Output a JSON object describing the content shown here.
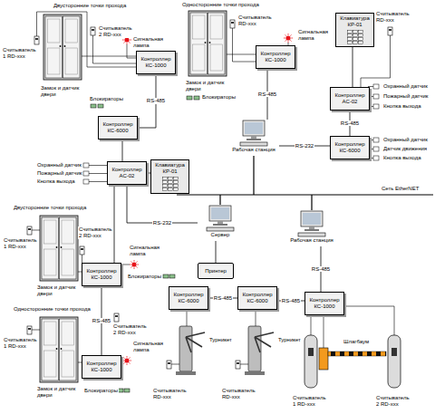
{
  "diagram": {
    "nodes": [
      {
        "text": [
          "Контроллер КС-1000"
        ]
      },
      {
        "text": [
          "Контроллер КС-1000"
        ]
      },
      {
        "text": [
          "Контроллер КС-6000"
        ]
      },
      {
        "text": [
          "Контроллер АС-02"
        ]
      },
      {
        "text": [
          "Клавиатура КР-01"
        ]
      },
      {
        "text": [
          "Клавиатура КР-01"
        ]
      },
      {
        "text": [
          "Контроллер АС-02"
        ]
      },
      {
        "text": [
          "Контроллер КС-6000"
        ]
      },
      {
        "text": [
          "Рабочая станция"
        ]
      },
      {
        "text": [
          "Сервер"
        ]
      },
      {
        "text": [
          "Рабочая станция"
        ]
      },
      {
        "text": [
          "Принтер"
        ]
      },
      {
        "text": [
          "Контроллер КС-1000"
        ]
      },
      {
        "text": [
          "Контроллер КС-1000"
        ]
      },
      {
        "text": [
          "Контроллер КС-6000"
        ]
      },
      {
        "text": [
          "Контроллер КС-6000"
        ]
      },
      {
        "text": [
          "Контроллер КС-1000"
        ]
      }
    ],
    "edges": [
      {
        "from": 0,
        "to": 2,
        "arrow": "none",
        "label": "RS-485"
      },
      {
        "from": 1,
        "to": 8,
        "arrow": "none",
        "label": "RS-485"
      },
      {
        "from": 2,
        "to": 3,
        "arrow": "none"
      },
      {
        "from": 3,
        "to": 4,
        "arrow": "none"
      },
      {
        "from": 5,
        "to": 6,
        "arrow": "none"
      },
      {
        "from": 6,
        "to": 7,
        "arrow": "none",
        "label": "RS-485"
      },
      {
        "from": 7,
        "to": 8,
        "arrow": "none",
        "label": "RS-232"
      },
      {
        "from": 3,
        "to": 9,
        "arrow": "none",
        "label": "RS-232"
      },
      {
        "from": 13,
        "to": 12,
        "arrow": "none",
        "label": "RS-485"
      },
      {
        "from": 12,
        "to": 3,
        "arrow": "none"
      },
      {
        "from": 9,
        "to": 11,
        "arrow": "none"
      },
      {
        "from": 14,
        "to": 15,
        "arrow": "none",
        "label": "RS-485"
      },
      {
        "from": 15,
        "to": 16,
        "arrow": "none",
        "label": "RS-485"
      },
      {
        "from": 16,
        "to": 10,
        "arrow": "none",
        "label": "RS-485"
      }
    ],
    "labels": [
      "Двусторонние точки прохода",
      "Считыватель 1 RD-xxx",
      "Считыватель 2 RD-xxx",
      "Сигнальная лампа",
      "Замок и датчик двери",
      "Блокираторы",
      "Односторонние точки прохода",
      "Считыватель RD-xxx",
      "Сигнальная лампа",
      "Замок и датчик двери",
      "Блокираторы",
      "Считыватель RD-xxx",
      "Охранный датчик",
      "Пожарный датчик",
      "Кнопка выхода",
      "Охранный датчик",
      "Датчик движения",
      "Кнопка выхода",
      "Охранный датчик",
      "Пожарный датчик",
      "Кнопка выхода",
      "Сеть EtherNET",
      "Двусторонние точки прохода",
      "Считыватель 1 RD-xxx",
      "Считыватель 2 RD-xxx",
      "Сигнальная лампа",
      "Замок и датчик двери",
      "Блокираторы",
      "Односторонние точки прохода",
      "Считыватель 1 RD-xxx",
      "Замок и датчик двери",
      "Блокираторы",
      "Сигнальная лампа",
      "Считыватель 2 RD-xxx",
      "Турникет",
      "Турникет",
      "Считыватель RD-xxx",
      "Считыватель RD-xxx",
      "Шлагбаум",
      "Считыватель 1 RD-xxx",
      "Считыватель 2 RD-xxx"
    ]
  }
}
